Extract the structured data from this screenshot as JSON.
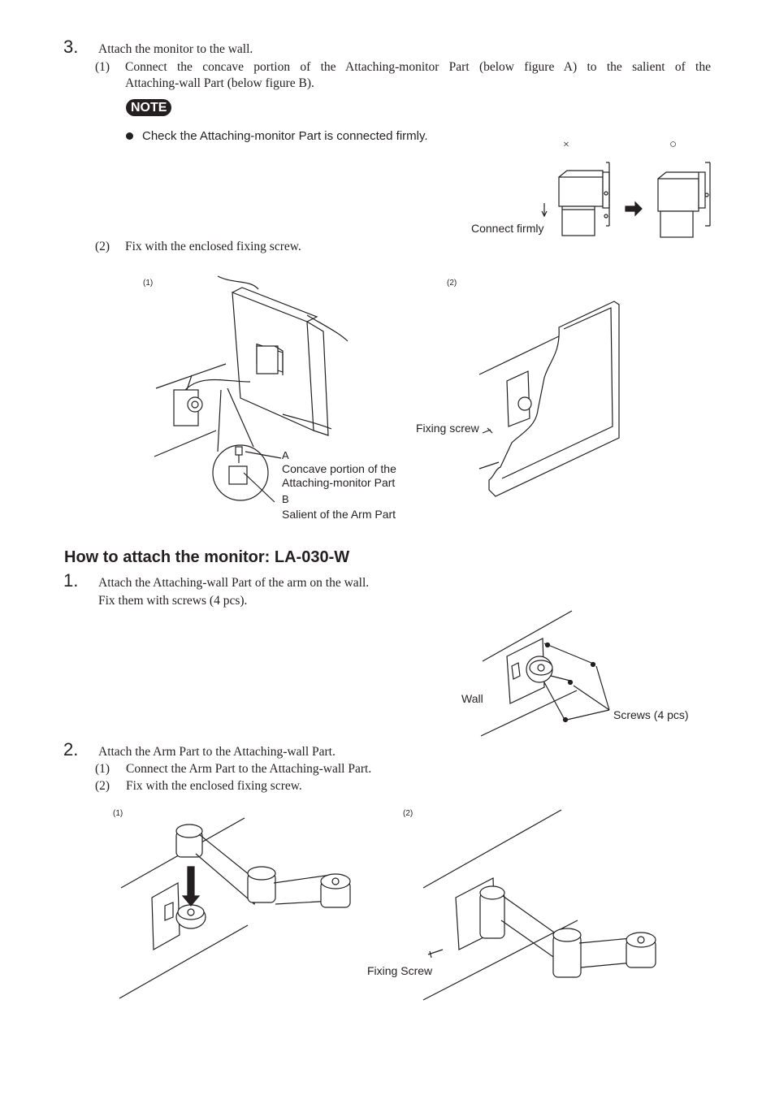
{
  "step3": {
    "number": "3.",
    "title": "Attach the monitor to the wall.",
    "sub1_num": "(1)",
    "sub1_line1": "Connect the concave portion of the Attaching-monitor Part (below figure A) to the salient of the",
    "sub1_line2": "Attaching-wall Part (below figure B).",
    "note_badge": "NOTE",
    "note_text": "Check the Attaching-monitor Part is connected firmly.",
    "wrong_mark": "×",
    "right_mark": "○",
    "connect_label": "Connect firmly",
    "sub2_num": "(2)",
    "sub2_text": "Fix with the enclosed fixing screw.",
    "fig1_tag": "(1)",
    "fig2_tag": "(2)",
    "label_a": "A",
    "label_a_desc1": "Concave portion of the",
    "label_a_desc2": "Attaching-monitor Part",
    "label_b": "B",
    "label_b_desc": "Salient of the Arm Part",
    "fixing_screw": "Fixing screw"
  },
  "section": {
    "heading": "How to attach the monitor: LA-030-W"
  },
  "step1": {
    "number": "1.",
    "line1": "Attach the Attaching-wall Part of the arm on the wall.",
    "line2": "Fix them with screws (4 pcs).",
    "wall_label": "Wall",
    "screws_label": "Screws (4 pcs)"
  },
  "step2": {
    "number": "2.",
    "title": "Attach the Arm Part to the Attaching-wall Part.",
    "sub1_num": "(1)",
    "sub1_text": "Connect the Arm Part to the Attaching-wall Part.",
    "sub2_num": "(2)",
    "sub2_text": "Fix with the enclosed fixing screw.",
    "fig1_tag": "(1)",
    "fig2_tag": "(2)",
    "fixing_screw": "Fixing Screw"
  }
}
